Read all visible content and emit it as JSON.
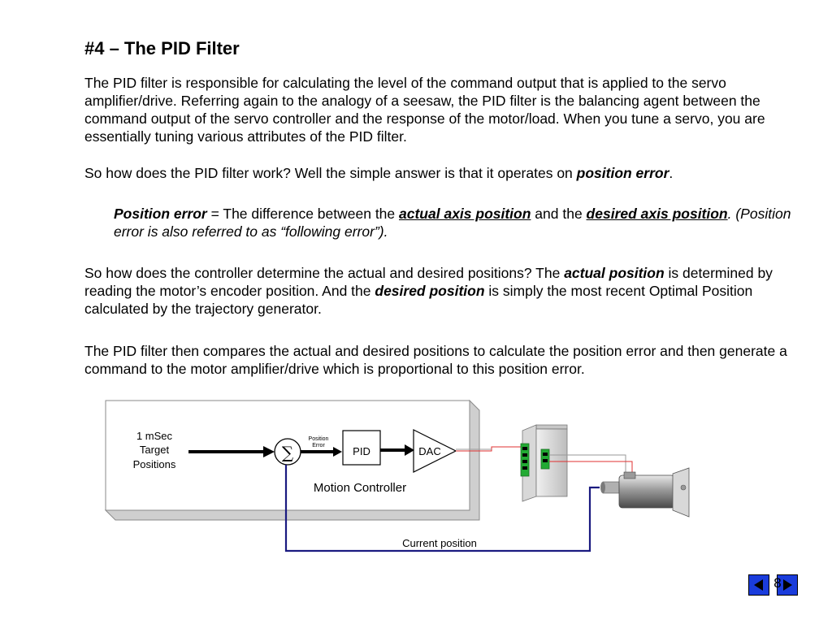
{
  "slide": {
    "title": "#4 – The PID Filter",
    "paragraph1": "The PID filter is responsible for calculating the level of the command output that is applied to the servo amplifier/drive. Referring again to the analogy of a seesaw, the PID filter is the balancing agent between the command output of the servo controller and the response of the motor/load. When you tune a servo, you are essentially tuning various attributes of the PID filter.",
    "paragraph2": {
      "text": "So how does the PID filter work? Well the simple answer is that it operates on ",
      "emphasis": "position error",
      "end": "."
    },
    "definition": {
      "term": "Position error",
      "equals": " = The difference between the ",
      "actual": "actual axis position",
      "and": " and the ",
      "desired": "desired axis position",
      "note": ". (Position error is also referred to as “following error”)."
    },
    "paragraph3": {
      "part1": "So how does the controller determine the actual and desired positions? The ",
      "actual": "actual position",
      "part2": " is determined by reading the motor’s encoder position. And the ",
      "desired": "desired position",
      "part3": " is simply the most recent Optimal Position calculated by the trajectory generator."
    },
    "paragraph4": "The PID filter then compares the actual and desired positions to calculate the position error and then generate a command to the motor amplifier/drive which is proportional to this position error.",
    "page_number": "8"
  },
  "diagram": {
    "input_label": [
      "1 mSec",
      "Target",
      "Positions"
    ],
    "summing_symbol": "∑",
    "error_label": [
      "Position",
      "Error"
    ],
    "pid_label": "PID",
    "dac_label": "DAC",
    "controller_label": "Motion Controller",
    "feedback_label": "Current position",
    "colors": {
      "feedback_line": "#1a1a80",
      "signal_line": "#e03030",
      "terminal": "#22aa33",
      "nav_button": "#1a3cdc",
      "nav_arrow": "#000000"
    }
  }
}
